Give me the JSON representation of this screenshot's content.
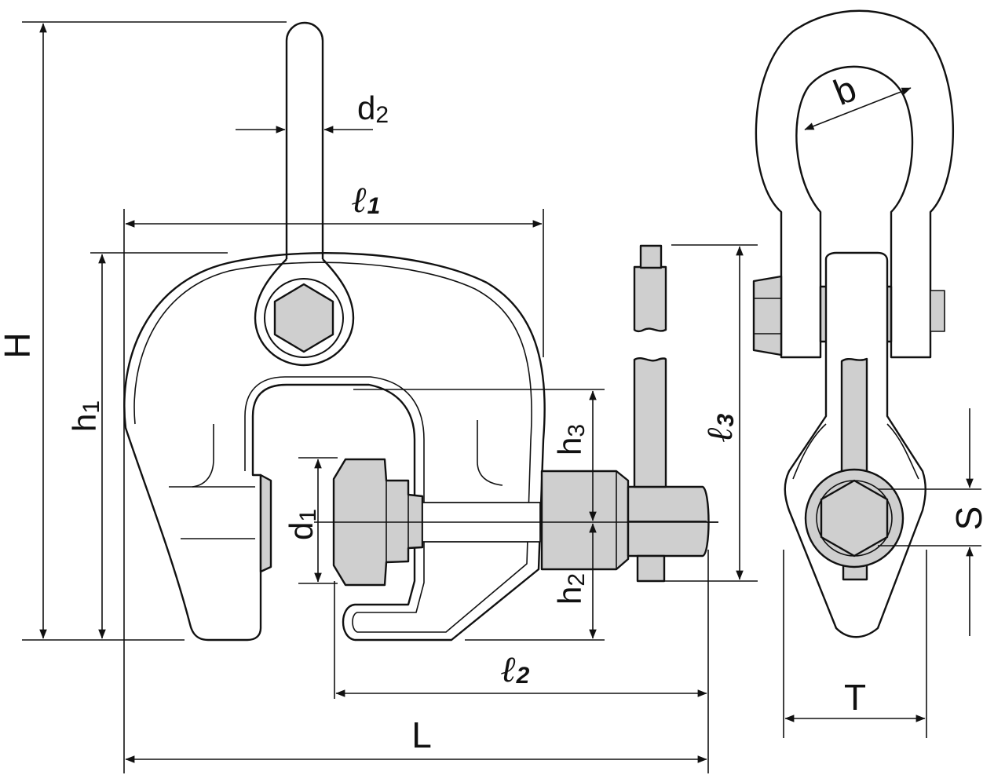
{
  "colors": {
    "line": "#111111",
    "part_fill": "#cfcfcf",
    "background": "#ffffff"
  },
  "dimensions": {
    "H": {
      "main": "H"
    },
    "h1": {
      "main": "h",
      "sub": "1"
    },
    "d2": {
      "main": "d",
      "sub": "2"
    },
    "l1": {
      "main": "ℓ",
      "sub": "1"
    },
    "h3": {
      "main": "h",
      "sub": "3"
    },
    "l3": {
      "main": "ℓ",
      "sub": "3"
    },
    "d1": {
      "main": "d",
      "sub": "1"
    },
    "h2": {
      "main": "h",
      "sub": "2"
    },
    "l2": {
      "main": "ℓ",
      "sub": "2"
    },
    "L": {
      "main": "L"
    },
    "b": {
      "main": "b"
    },
    "S": {
      "main": "S"
    },
    "T": {
      "main": "T"
    }
  }
}
